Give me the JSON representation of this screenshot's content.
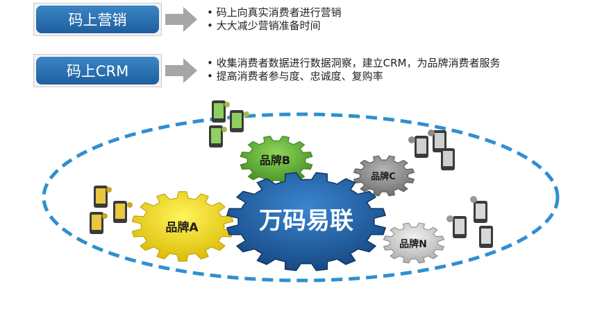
{
  "rows": [
    {
      "label": "码上营销",
      "points": [
        "码上向真实消费者进行营销",
        "大大减少营销准备时间"
      ]
    },
    {
      "label": "码上CRM",
      "points": [
        "收集消费者数据进行数据洞察，建立CRM，为品牌消费者服务",
        "提高消费者参与度、忠诚度、复购率"
      ]
    }
  ],
  "diagram": {
    "center": "万码易联",
    "brands": [
      "品牌A",
      "品牌B",
      "品牌C",
      "品牌N"
    ]
  },
  "colors": {
    "box_blue": "#2b72b6",
    "ellipse_dash": "#2f8fd0",
    "center_gear": "#1f5fa8",
    "brand_a": "#f3e01a",
    "brand_b": "#6fbf3a",
    "brand_c": "#8e8e8e",
    "brand_n": "#c8c8c8"
  }
}
